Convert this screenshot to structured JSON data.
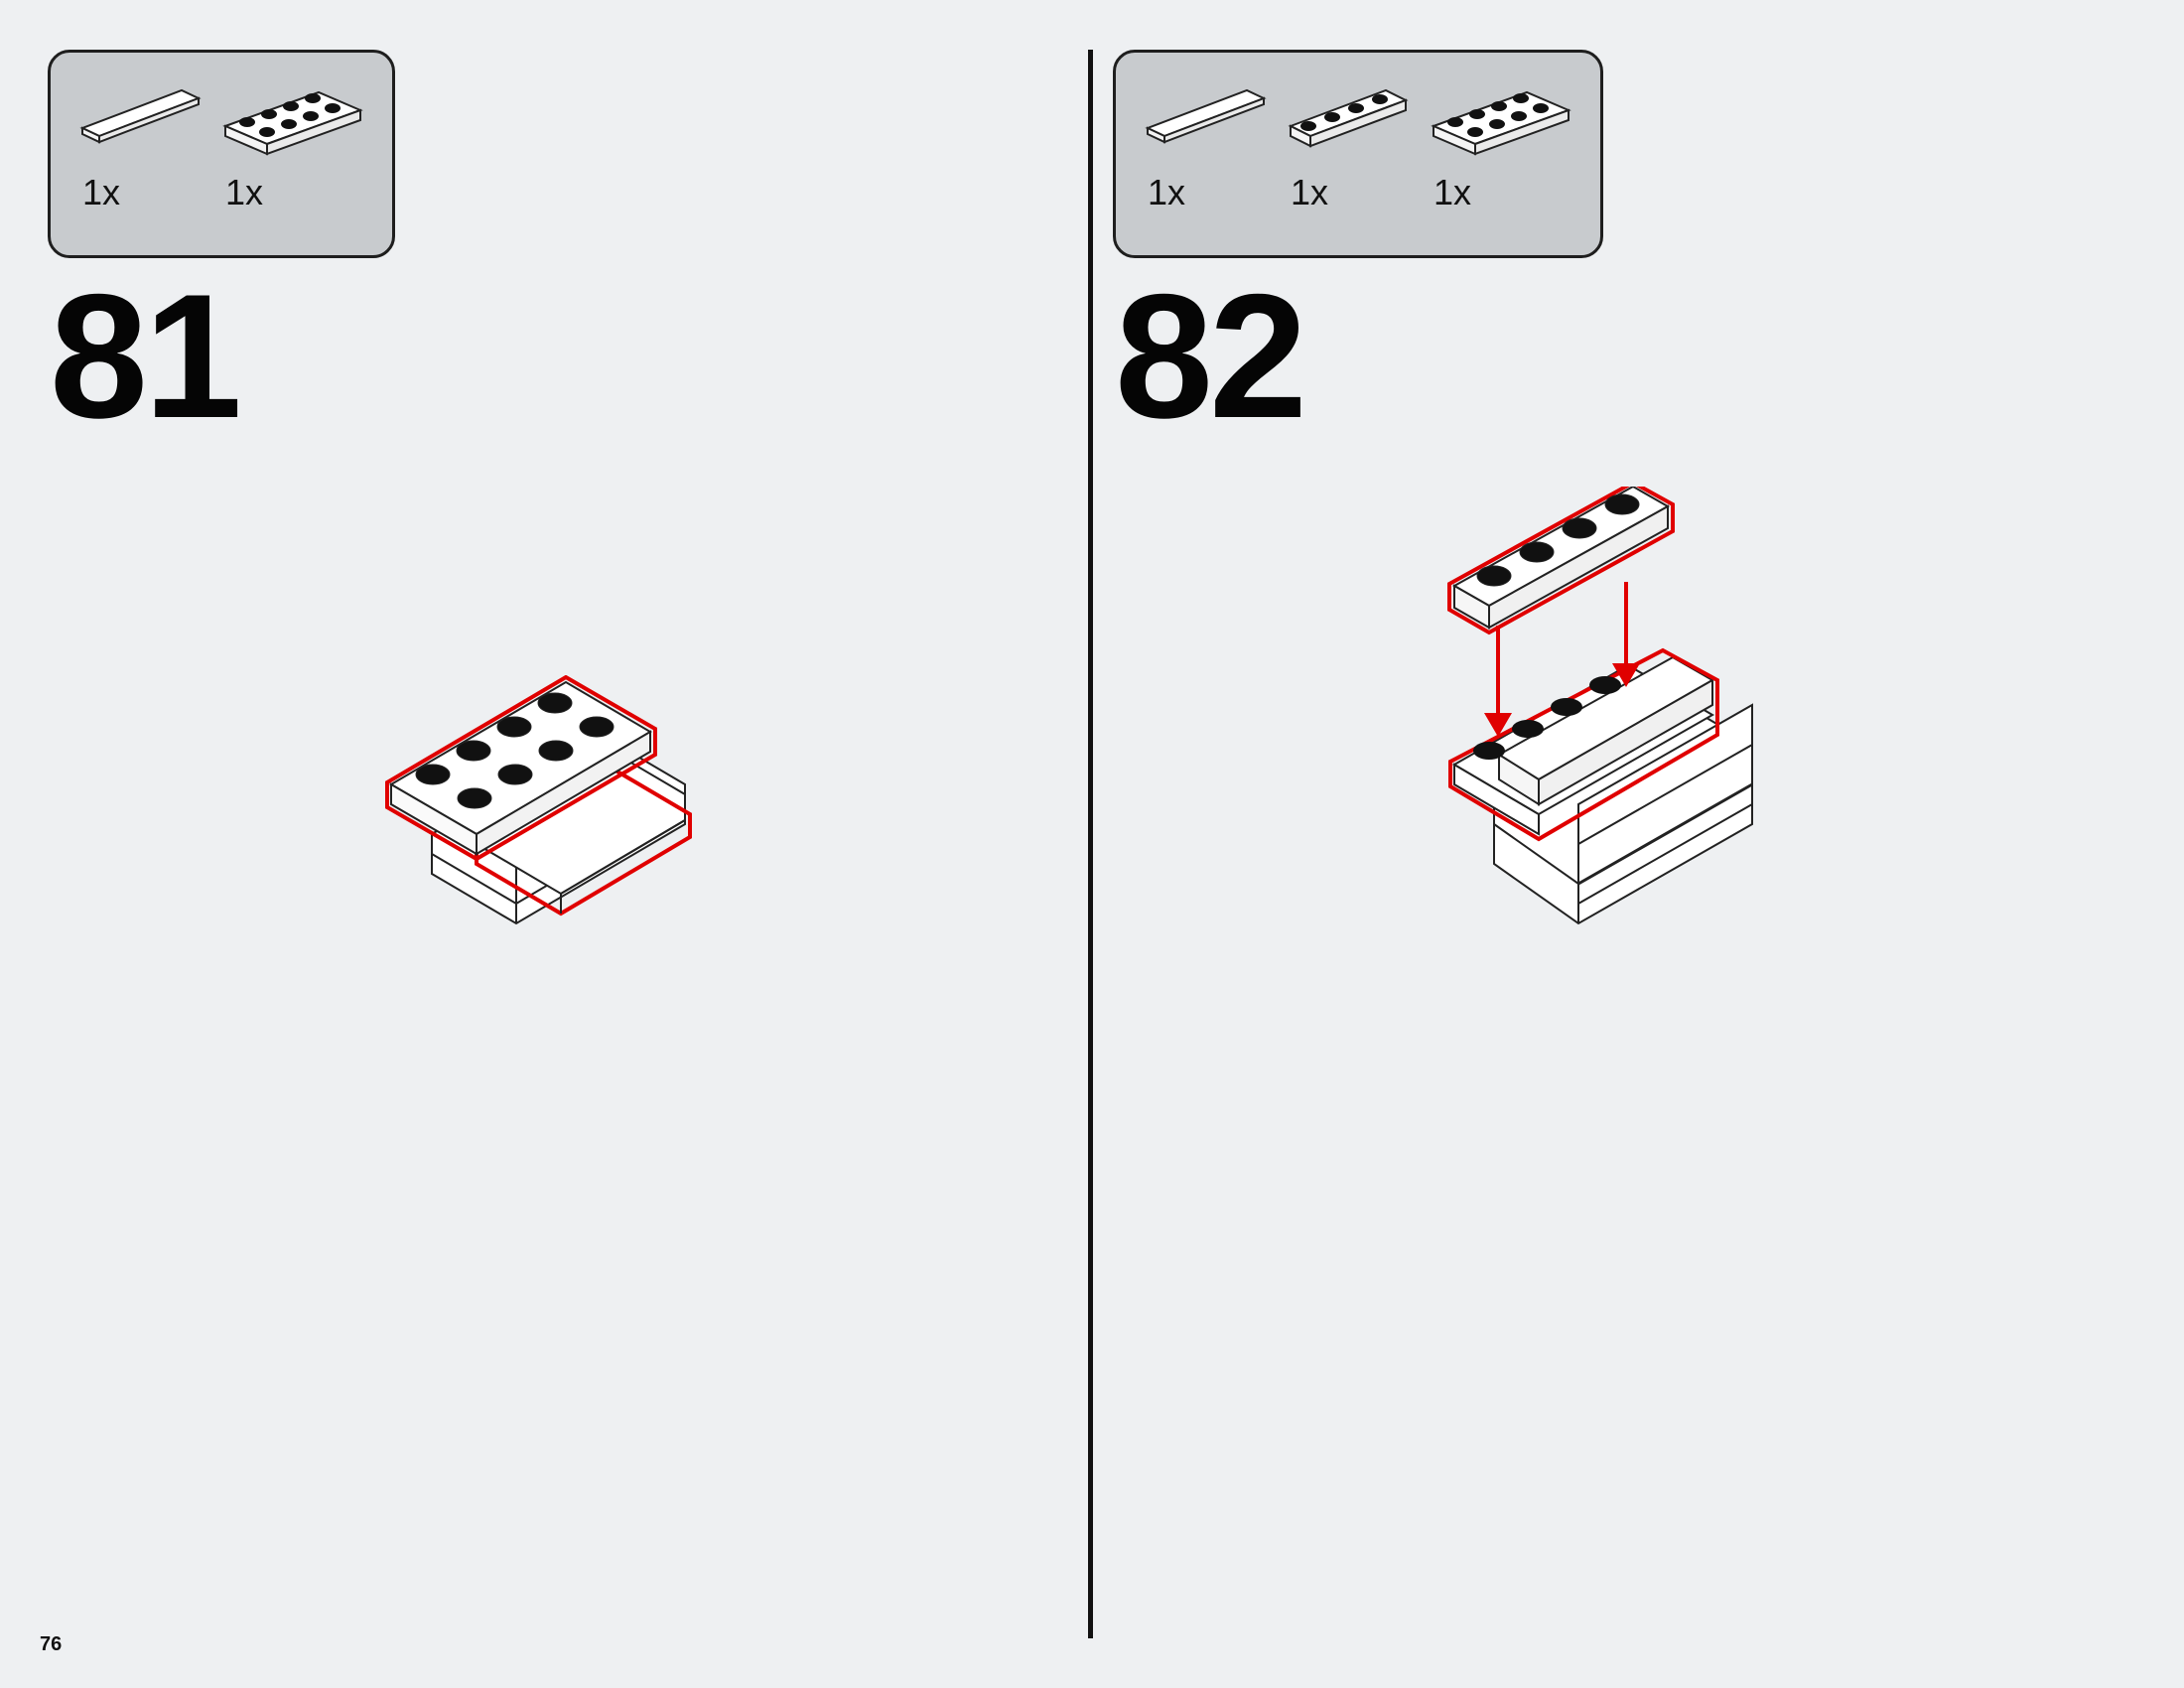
{
  "page": {
    "number": "76"
  },
  "colors": {
    "background": "#eef0f2",
    "parts_box": "#c8cbce",
    "highlight": "#e00000"
  },
  "step81": {
    "number": "81",
    "parts": [
      {
        "icon": "tile-1x4-icon",
        "qty": "1x"
      },
      {
        "icon": "plate-2x4-icon",
        "qty": "1x"
      }
    ]
  },
  "step82": {
    "number": "82",
    "parts": [
      {
        "icon": "tile-1x4-icon",
        "qty": "1x"
      },
      {
        "icon": "plate-1x4-icon",
        "qty": "1x"
      },
      {
        "icon": "plate-2x4-icon",
        "qty": "1x"
      }
    ]
  }
}
